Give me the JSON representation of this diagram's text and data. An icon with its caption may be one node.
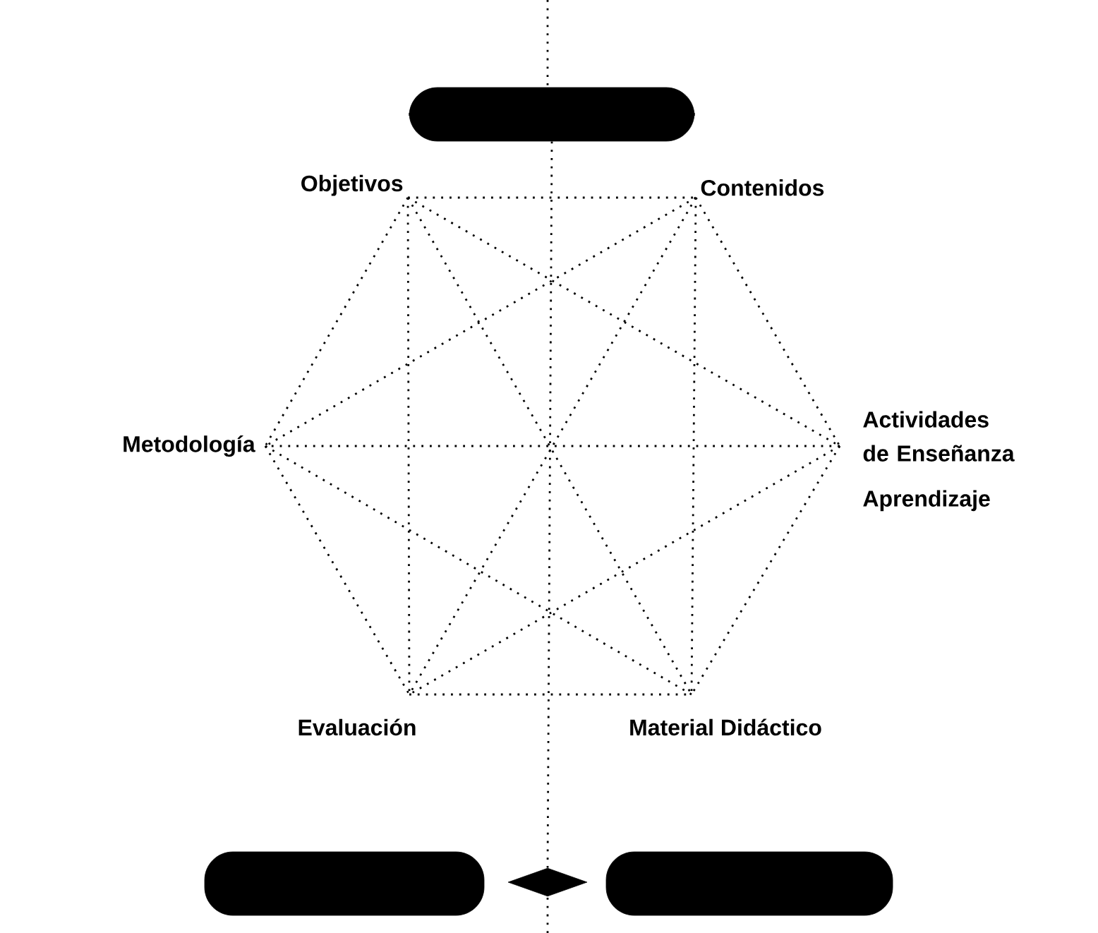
{
  "diagram": {
    "nodes": [
      {
        "text": [],
        "shape": "box"
      },
      {
        "text": [
          "Objetivos"
        ]
      },
      {
        "text": [
          "Contenidos"
        ]
      },
      {
        "text": [
          "Actividades de Enseñanza",
          "Aprendizaje"
        ]
      },
      {
        "text": [
          "Metodología"
        ]
      },
      {
        "text": [
          "Evaluación"
        ]
      },
      {
        "text": [
          "Material Didáctico"
        ]
      },
      {
        "text": [],
        "shape": "box"
      },
      {
        "text": [],
        "shape": "diamond"
      },
      {
        "text": [],
        "shape": "box"
      }
    ],
    "edges": [
      {
        "from": 1,
        "to": 2,
        "arrow": "none"
      },
      {
        "from": 1,
        "to": 3,
        "arrow": "none"
      },
      {
        "from": 1,
        "to": 4,
        "arrow": "none"
      },
      {
        "from": 1,
        "to": 5,
        "arrow": "none"
      },
      {
        "from": 1,
        "to": 6,
        "arrow": "none"
      },
      {
        "from": 2,
        "to": 3,
        "arrow": "none"
      },
      {
        "from": 2,
        "to": 4,
        "arrow": "none"
      },
      {
        "from": 2,
        "to": 5,
        "arrow": "none"
      },
      {
        "from": 2,
        "to": 6,
        "arrow": "none"
      },
      {
        "from": 3,
        "to": 4,
        "arrow": "none"
      },
      {
        "from": 3,
        "to": 5,
        "arrow": "none"
      },
      {
        "from": 3,
        "to": 6,
        "arrow": "none"
      },
      {
        "from": 4,
        "to": 5,
        "arrow": "none"
      },
      {
        "from": 4,
        "to": 6,
        "arrow": "none"
      },
      {
        "from": 5,
        "to": 6,
        "arrow": "none"
      },
      {
        "from": 0,
        "to": 8,
        "arrow": "none"
      }
    ]
  }
}
